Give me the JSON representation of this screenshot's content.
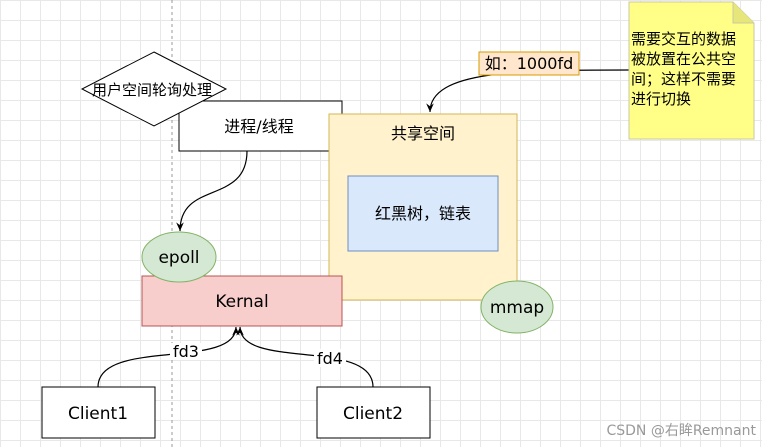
{
  "diagram": {
    "user_polling_label": "用户空间轮询处理",
    "process_thread_label": "进程/线程",
    "shared_space_label": "共享空间",
    "rbtree_label": "红黑树，链表",
    "example_label": "如：1000fd",
    "note_lines": [
      "需要交互的数据",
      "被放置在公共空",
      "间；这样不需要",
      "进行切换"
    ],
    "epoll_label": "epoll",
    "kernel_label": "Kernal",
    "mmap_label": "mmap",
    "client1_label": "Client1",
    "client2_label": "Client2",
    "fd3_label": "fd3",
    "fd4_label": "fd4"
  },
  "watermark": "CSDN @右眸Remnant",
  "colors": {
    "shared_fill": "#fff2cc",
    "shared_stroke": "#d6b656",
    "rbtree_fill": "#dae8fc",
    "rbtree_stroke": "#6c8ebf",
    "kernel_fill": "#f8cecc",
    "kernel_stroke": "#b85450",
    "ellipse_fill": "#d5e8d4",
    "ellipse_stroke": "#82b366",
    "note_fill": "#ffff88",
    "note_stroke": "#c9c9a0",
    "example_fill": "#ffe6cc",
    "example_stroke": "#d79b00"
  }
}
